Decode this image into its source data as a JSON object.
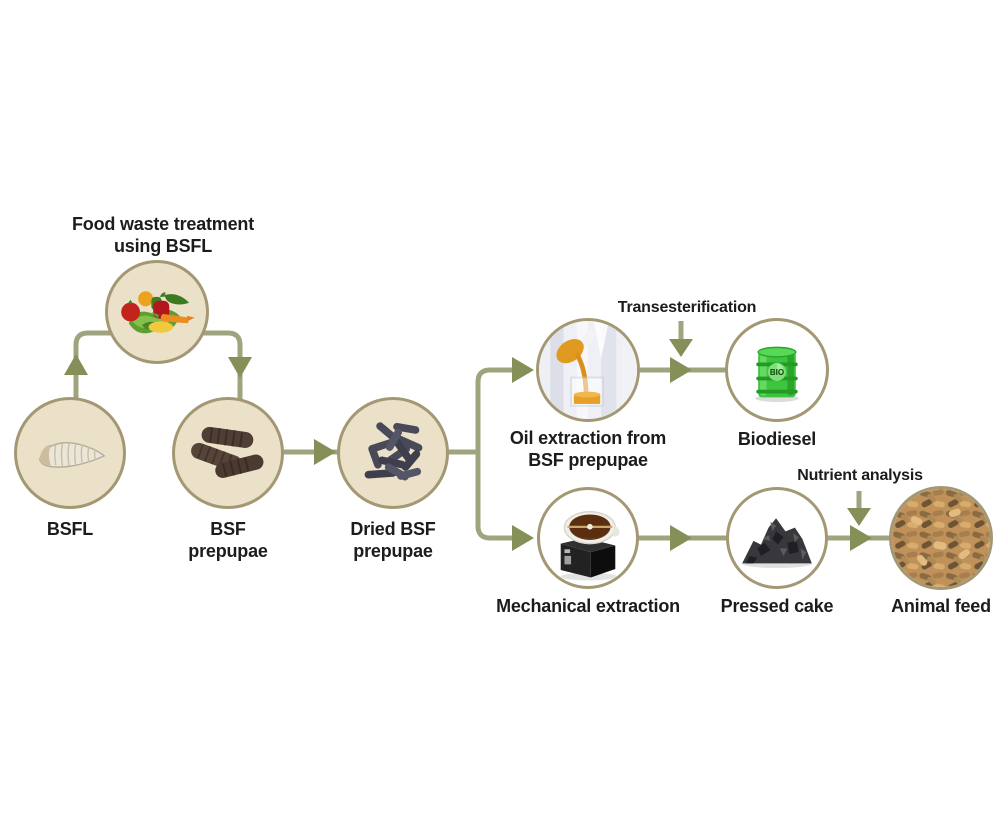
{
  "colors": {
    "background": "#ffffff",
    "connector_line": "#9FA47E",
    "arrowhead": "#859059",
    "circle_border": "#A39873",
    "circle_fill": "#EBE1C8",
    "label_text": "#1c1c1c",
    "biodiesel_green": "#3EC43E"
  },
  "diagram": {
    "type": "process-flow",
    "nodes": [
      {
        "id": "food-waste",
        "label_lines": [
          "Food waste treatment",
          "using BSFL"
        ]
      },
      {
        "id": "bsfl",
        "label_lines": [
          "BSFL"
        ]
      },
      {
        "id": "bsf-prepupae",
        "label_lines": [
          "BSF",
          "prepupae"
        ]
      },
      {
        "id": "dried-bsf-prepupae",
        "label_lines": [
          "Dried BSF",
          "prepupae"
        ]
      },
      {
        "id": "oil-extraction",
        "label_lines": [
          "Oil extraction from",
          "BSF prepupae"
        ]
      },
      {
        "id": "biodiesel",
        "label_lines": [
          "Biodiesel"
        ]
      },
      {
        "id": "mechanical-extraction",
        "label_lines": [
          "Mechanical extraction"
        ]
      },
      {
        "id": "pressed-cake",
        "label_lines": [
          "Pressed cake"
        ]
      },
      {
        "id": "animal-feed",
        "label_lines": [
          "Animal feed"
        ]
      }
    ],
    "annotations": {
      "transesterification": "Transesterification",
      "nutrient_analysis": "Nutrient analysis"
    },
    "icons": {
      "biodiesel_barrel_text": "BIO"
    },
    "edges": [
      {
        "from": "bsfl",
        "to": "food-waste"
      },
      {
        "from": "food-waste",
        "to": "bsf-prepupae"
      },
      {
        "from": "bsf-prepupae",
        "to": "dried-bsf-prepupae"
      },
      {
        "from": "dried-bsf-prepupae",
        "to": "oil-extraction"
      },
      {
        "from": "dried-bsf-prepupae",
        "to": "mechanical-extraction"
      },
      {
        "from": "oil-extraction",
        "to": "biodiesel",
        "via": "Transesterification"
      },
      {
        "from": "mechanical-extraction",
        "to": "pressed-cake"
      },
      {
        "from": "pressed-cake",
        "to": "animal-feed",
        "via": "Nutrient analysis"
      }
    ]
  }
}
